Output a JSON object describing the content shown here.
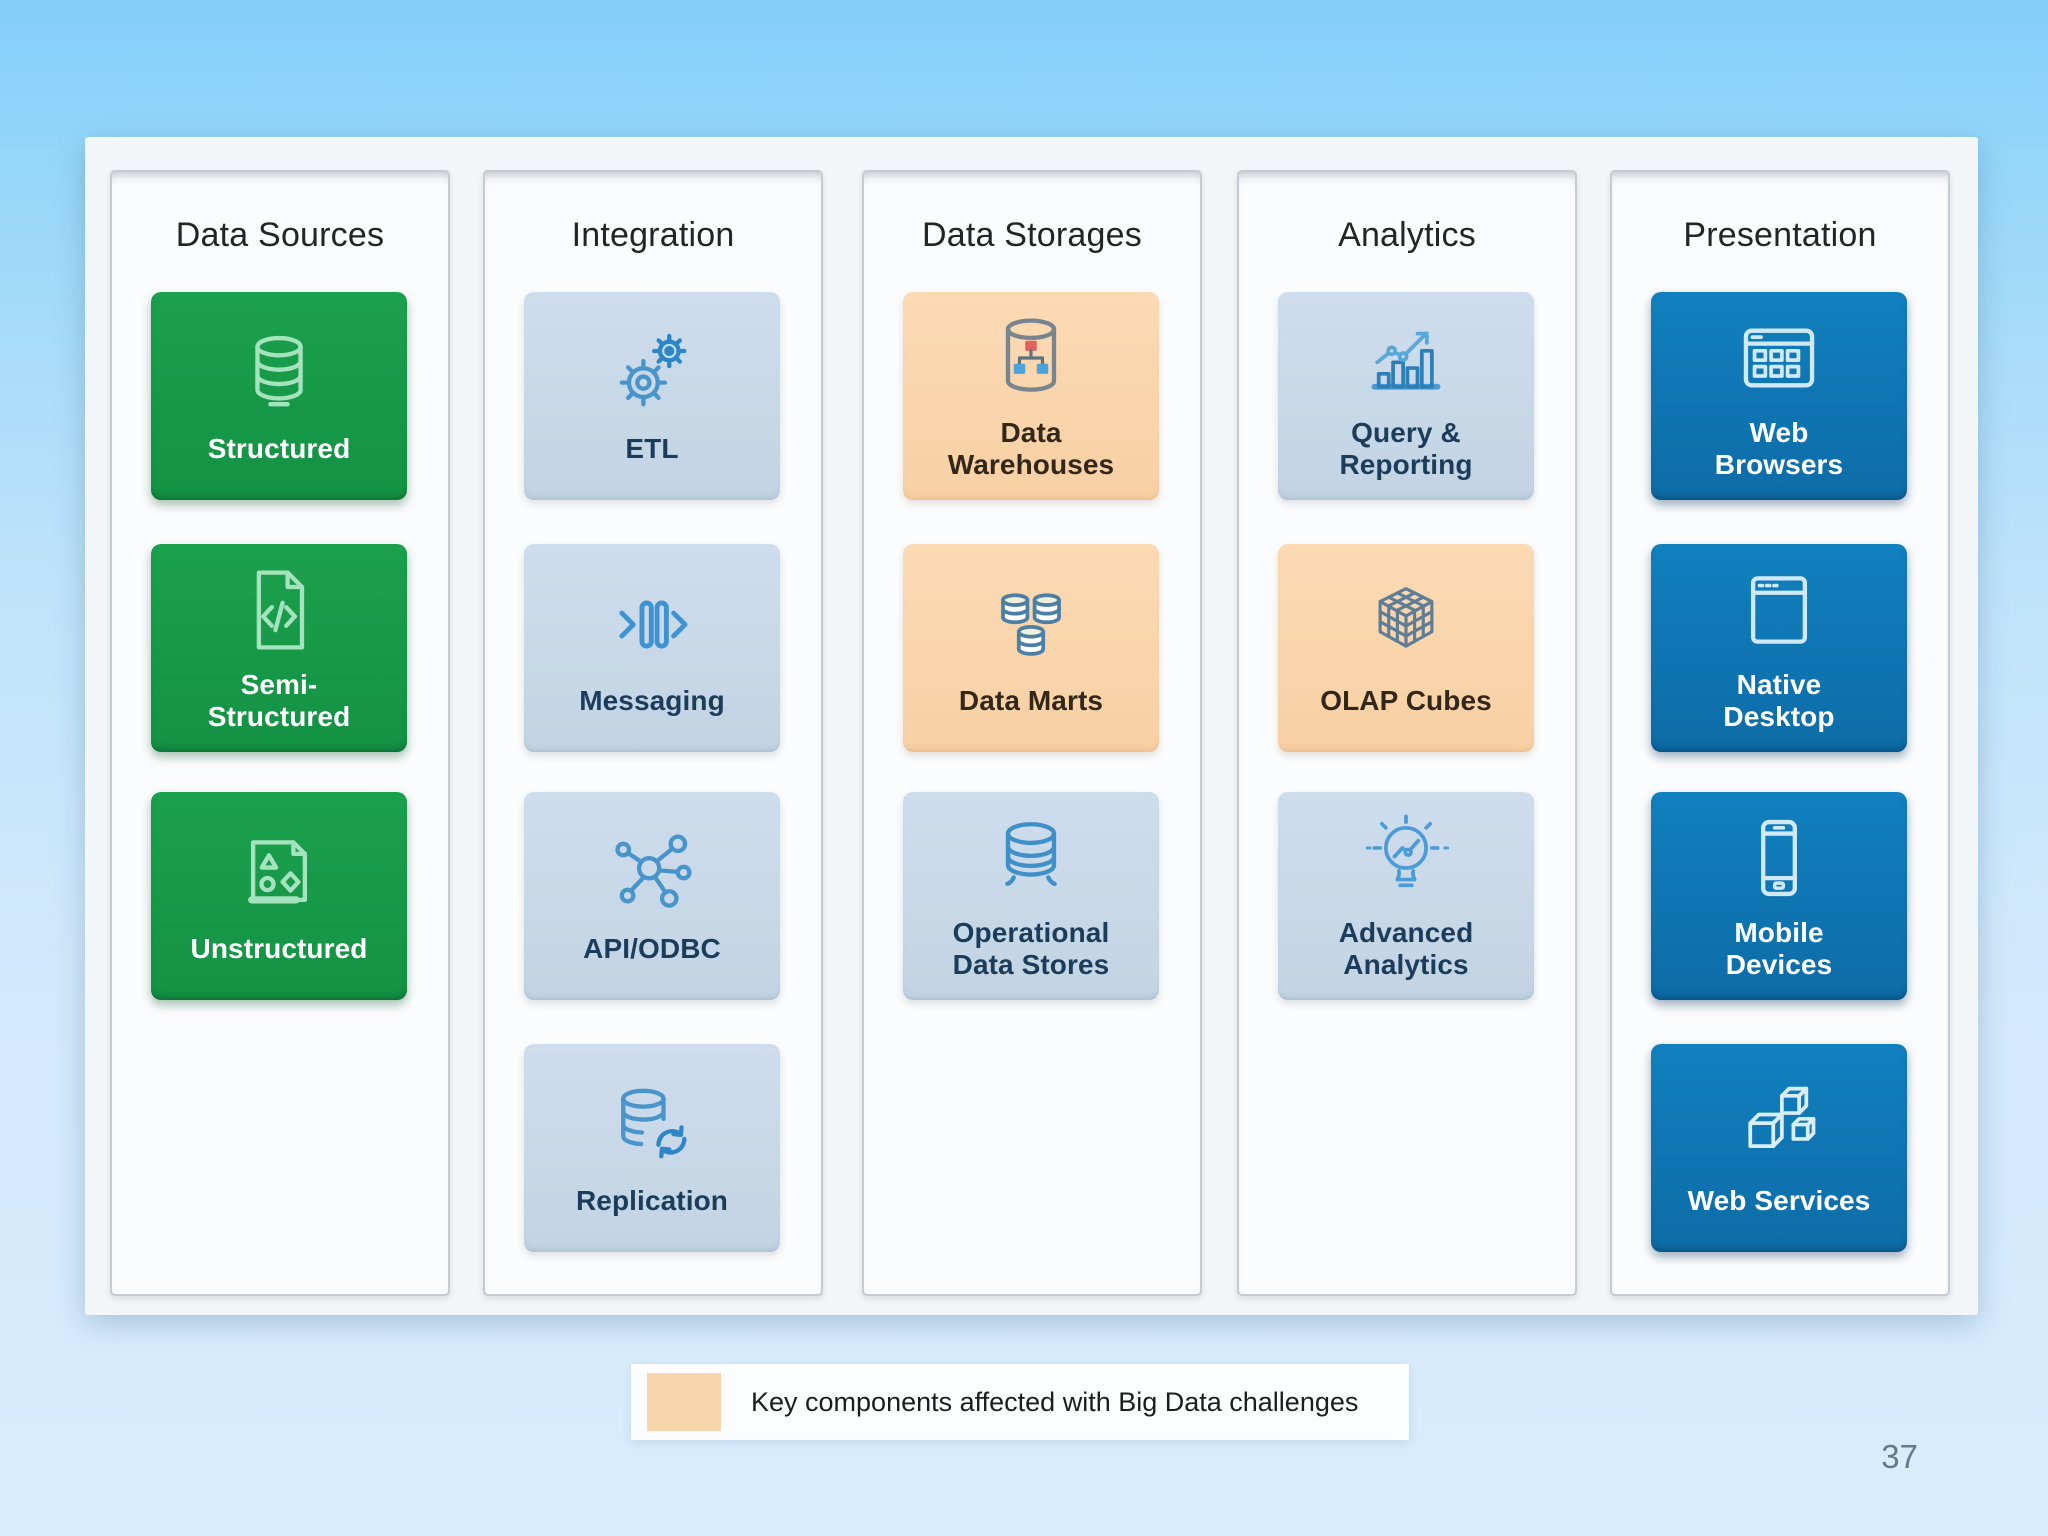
{
  "slide": {
    "page_number": "37",
    "legend": {
      "text": "Key components affected with Big Data challenges",
      "swatch_color": "#f9d5ac"
    },
    "colors": {
      "background_top": "#82cffa",
      "background_bottom": "#d9ecfc",
      "green_box": "#189a47",
      "light_blue_box": "#c8d8e6",
      "orange_box": "#f9d3ab",
      "dark_blue_box": "#0f79b8"
    },
    "columns": [
      {
        "title": "Data Sources",
        "items": [
          {
            "label": "Structured"
          },
          {
            "label": "Semi-\nStructured"
          },
          {
            "label": "Unstructured"
          }
        ]
      },
      {
        "title": "Integration",
        "items": [
          {
            "label": "ETL"
          },
          {
            "label": "Messaging"
          },
          {
            "label": "API/ODBC"
          },
          {
            "label": "Replication"
          }
        ]
      },
      {
        "title": "Data Storages",
        "items": [
          {
            "label": "Data\nWarehouses"
          },
          {
            "label": "Data Marts"
          },
          {
            "label": "Operational\nData Stores"
          }
        ]
      },
      {
        "title": "Analytics",
        "items": [
          {
            "label": "Query &\nReporting"
          },
          {
            "label": "OLAP Cubes"
          },
          {
            "label": "Advanced\nAnalytics"
          }
        ]
      },
      {
        "title": "Presentation",
        "items": [
          {
            "label": "Web\nBrowsers"
          },
          {
            "label": "Native\nDesktop"
          },
          {
            "label": "Mobile\nDevices"
          },
          {
            "label": "Web Services"
          }
        ]
      }
    ]
  }
}
